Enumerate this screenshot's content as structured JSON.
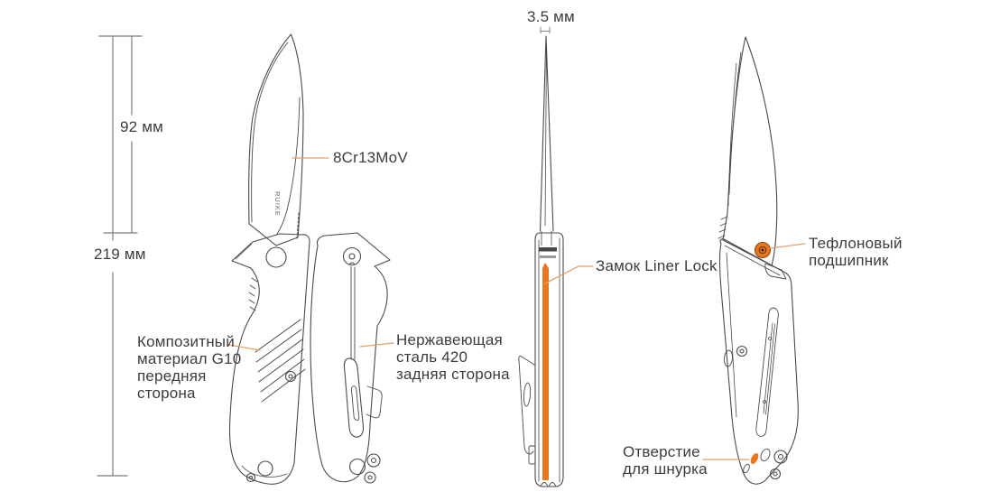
{
  "diagram": {
    "subject": "folding-knife-specification-diagram",
    "labels": {
      "blade_length": "92 мм",
      "overall_length": "219 мм",
      "blade_steel": "8Cr13MoV",
      "front_scale": "Композитный\nматериал G10\nпередняя\nсторона",
      "back_scale": "Нержавеющая\nсталь 420\nзадняя сторона",
      "blade_thickness": "3.5 мм",
      "lock": "Замок Liner Lock",
      "bearing": "Тефлоновый\nподшипник",
      "lanyard_hole": "Отверстие\nдля шнурка",
      "brand": "RUIKE"
    },
    "colors": {
      "accent_orange": "#e87722",
      "leader_orange": "#e2a169",
      "outline_gray": "#4a4a4a",
      "dimension_gray": "#7b7b7b",
      "text_gray": "#3c3c3c"
    }
  }
}
